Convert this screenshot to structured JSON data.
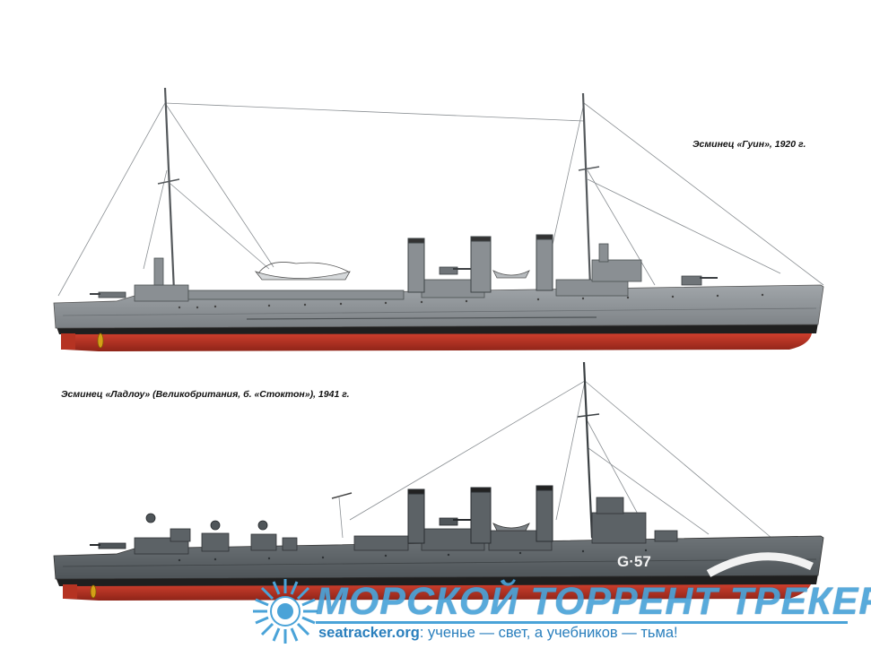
{
  "captions": {
    "ship1": "Эсминец «Гуин», 1920 г.",
    "ship2": "Эсминец «Ладлоу» (Великобритания, б. «Стоктон»), 1941 г."
  },
  "hull_number": "G·57",
  "watermark": {
    "title": "МОРСКОЙ ТОРРЕНТ ТРЕКЕР",
    "site": "seatracker.org",
    "tagline": ": ученье — свет, а учебников — тьма!"
  },
  "colors": {
    "hull_light": "#8d9296",
    "hull_dark": "#5c6266",
    "underwater": "#c0392b",
    "boot_topping": "#1f1f1f",
    "watermark": "#4aa3d8"
  }
}
